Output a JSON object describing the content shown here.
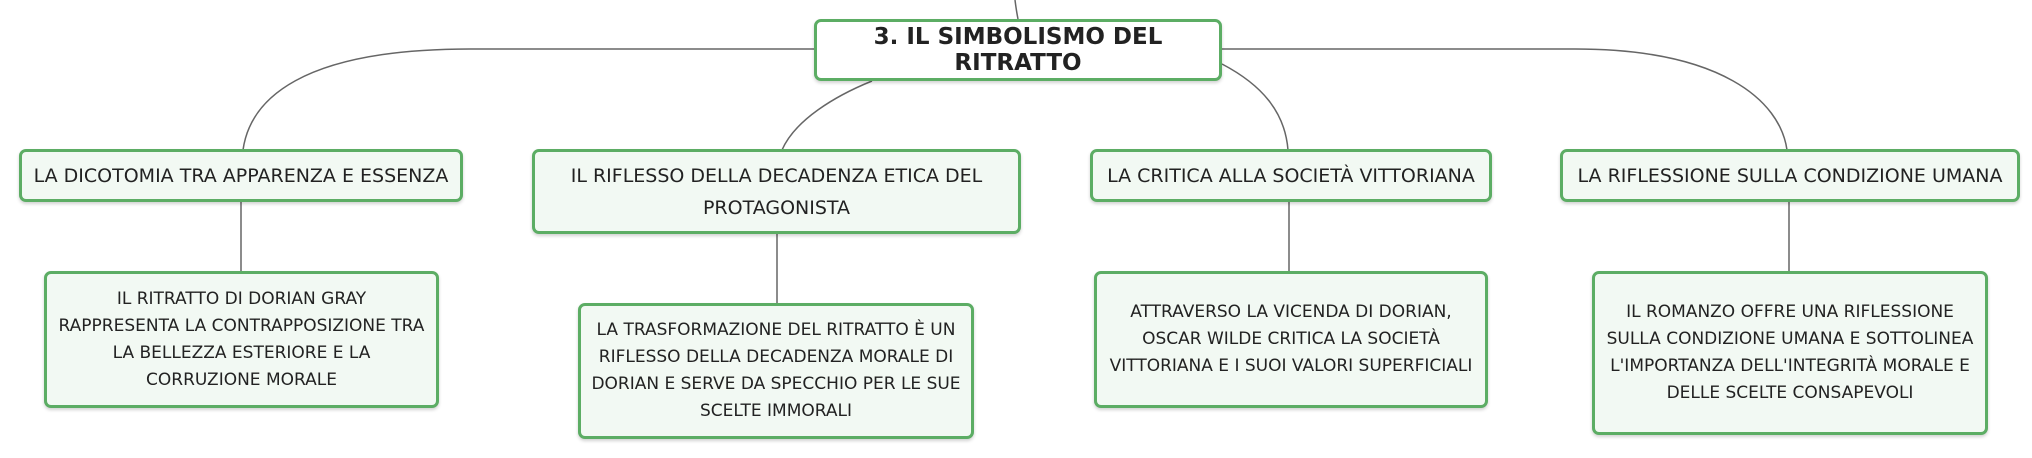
{
  "diagram": {
    "root": {
      "label": "3. IL SIMBOLISMO DEL RITRATTO"
    },
    "branches": [
      {
        "label": "LA DICOTOMIA TRA APPARENZA E ESSENZA",
        "detail": "IL RITRATTO DI DORIAN GRAY RAPPRESENTA LA CONTRAPPOSIZIONE TRA LA BELLEZZA ESTERIORE E LA CORRUZIONE MORALE"
      },
      {
        "label": "IL RIFLESSO DELLA DECADENZA ETICA DEL PROTAGONISTA",
        "detail": "LA TRASFORMAZIONE DEL RITRATTO È UN RIFLESSO DELLA DECADENZA MORALE DI DORIAN E SERVE DA SPECCHIO PER LE SUE SCELTE IMMORALI"
      },
      {
        "label": "LA CRITICA ALLA SOCIETÀ VITTORIANA",
        "detail": "ATTRAVERSO LA VICENDA DI DORIAN, OSCAR WILDE CRITICA LA SOCIETÀ VITTORIANA E I SUOI VALORI SUPERFICIALI"
      },
      {
        "label": "LA RIFLESSIONE SULLA CONDIZIONE UMANA",
        "detail": "IL ROMANZO OFFRE UNA RIFLESSIONE SULLA CONDIZIONE UMANA E SOTTOLINEA L'IMPORTANZA DELL'INTEGRITÀ MORALE E DELLE SCELTE CONSAPEVOLI"
      }
    ]
  },
  "colors": {
    "border": "#5cad64",
    "fill": "#f2f9f3",
    "connector": "#666666"
  }
}
